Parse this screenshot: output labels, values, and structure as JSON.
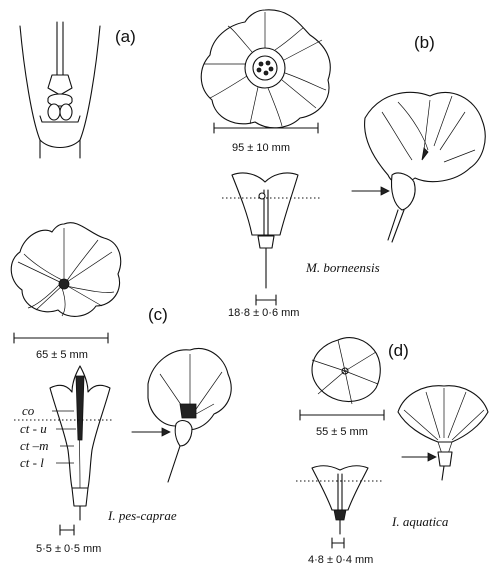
{
  "panels": {
    "a": {
      "label": "(a)"
    },
    "b": {
      "label": "(b)",
      "species": "M. borneensis",
      "flower_diameter": "95 ± 10 mm",
      "tube_length": "18·8 ± 0·6 mm"
    },
    "c": {
      "label": "(c)",
      "species": "I. pes-caprae",
      "flower_diameter": "65 ± 5 mm",
      "tube_length": "5·5 ± 0·5 mm",
      "parts": [
        "co",
        "ct - u",
        "ct –m",
        "ct - l"
      ]
    },
    "d": {
      "label": "(d)",
      "species": "I. aquatica",
      "flower_diameter": "55 ± 5 mm",
      "tube_length": "4·8 ± 0·4 mm"
    }
  }
}
